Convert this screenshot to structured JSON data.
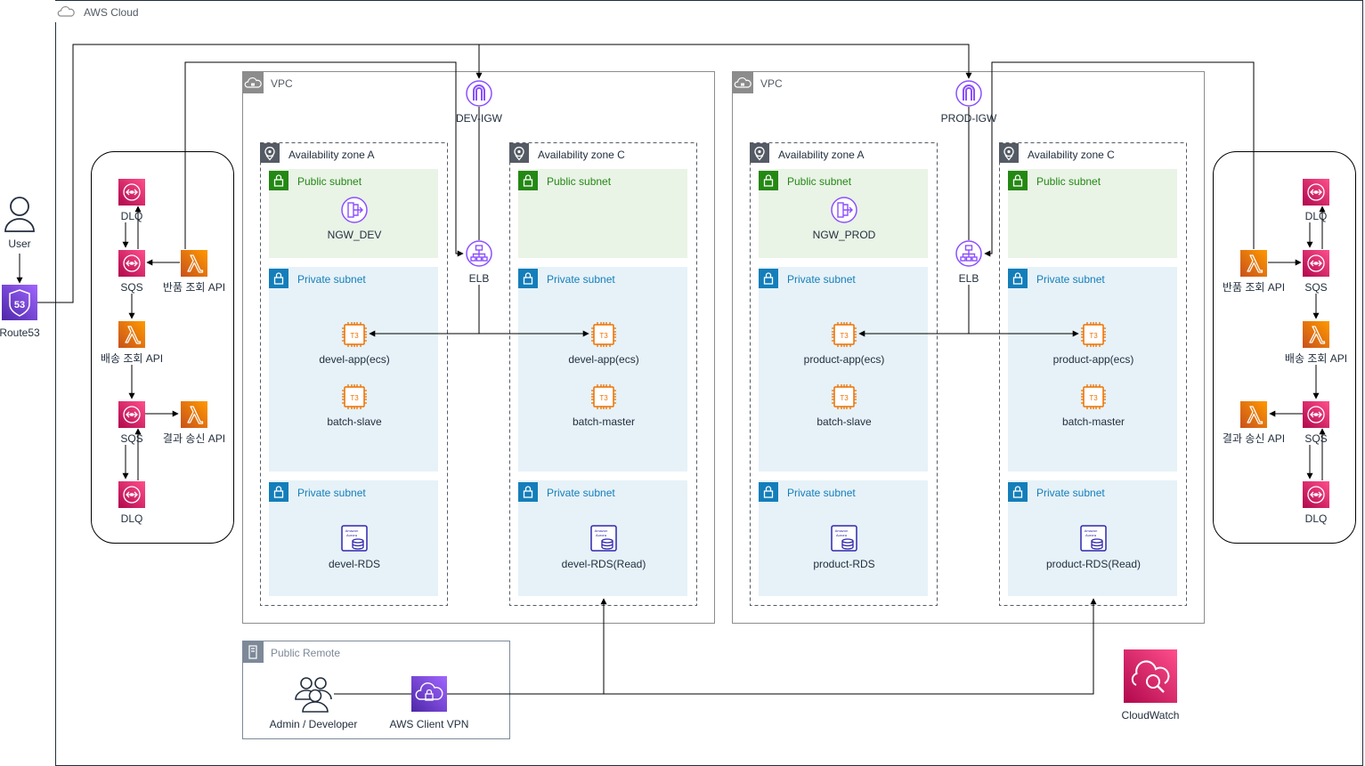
{
  "cloud": {
    "title": "AWS Cloud"
  },
  "user": {
    "label": "User"
  },
  "route53": {
    "label": "Route53",
    "badge": "53"
  },
  "dev": {
    "vpc_title": "VPC",
    "igw": "DEV-IGW",
    "elb": "ELB",
    "az_a": "Availability zone A",
    "az_c": "Availability zone C",
    "ngw": "NGW_DEV",
    "app_a": "devel-app(ecs)",
    "app_c": "devel-app(ecs)",
    "batch_a": "batch-slave",
    "batch_c": "batch-master",
    "rds_a": "devel-RDS",
    "rds_c": "devel-RDS(Read)"
  },
  "prod": {
    "vpc_title": "VPC",
    "igw": "PROD-IGW",
    "elb": "ELB",
    "az_a": "Availability zone A",
    "az_c": "Availability zone C",
    "ngw": "NGW_PROD",
    "app_a": "product-app(ecs)",
    "app_c": "product-app(ecs)",
    "batch_a": "batch-slave",
    "batch_c": "batch-master",
    "rds_a": "product-RDS",
    "rds_c": "product-RDS(Read)"
  },
  "subnets": {
    "public": "Public subnet",
    "private": "Private subnet"
  },
  "instance_badge": "T3",
  "aurora_badge": [
    "Amazon",
    "Aurora"
  ],
  "left_queue": {
    "dlq_top": "DLQ",
    "sqs_1": "SQS",
    "return_api": "반품 조회 API",
    "delivery_api": "배송 조회 API",
    "sqs_2": "SQS",
    "result_api": "결과 송신 API",
    "dlq_bottom": "DLQ"
  },
  "right_queue": {
    "dlq_top": "DLQ",
    "sqs_1": "SQS",
    "return_api": "반품 조회 API",
    "delivery_api": "배송 조회 API",
    "sqs_2": "SQS",
    "result_api": "결과 송신 API",
    "dlq_bottom": "DLQ"
  },
  "remote": {
    "title": "Public Remote",
    "admin": "Admin / Developer",
    "vpn": "AWS Client VPN"
  },
  "cloudwatch": {
    "label": "CloudWatch"
  },
  "colors": {
    "lambda": "#ed7100",
    "sqs": "#e7157b",
    "network": "#8c4fff",
    "route53": "#8c4fff",
    "public_subnet_bg": "#e9f3e6",
    "private_subnet_bg": "#e6f2f8",
    "public_green": "#248814",
    "private_blue": "#147eba",
    "compute_orange": "#ed7100",
    "rds_blue": "#2e27ad",
    "cloudwatch": "#e7157b"
  }
}
